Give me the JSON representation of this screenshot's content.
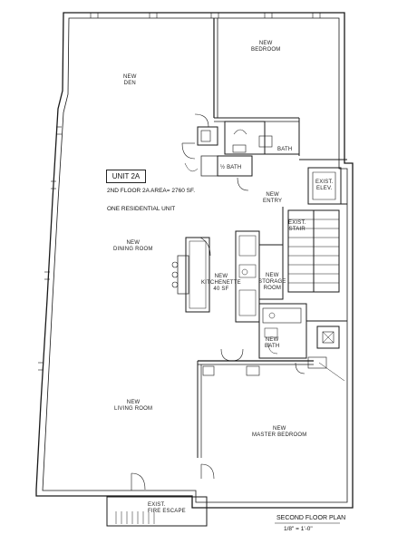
{
  "plan": {
    "unit_label": "UNIT 2A",
    "area_note": "2ND FLOOR 2A AREA= 2760 SF.",
    "residential_note": "ONE RESIDENTIAL UNIT",
    "title": "SECOND FLOOR PLAN",
    "scale": "1/8\" = 1'-0\""
  },
  "rooms": {
    "den": "NEW\nDEN",
    "bedroom": "NEW\nBEDROOM",
    "bath": "BATH",
    "half_bath": "½ BATH",
    "entry": "NEW\nENTRY",
    "exist_elev": "EXIST.\nELEV.",
    "exist_stair": "EXIST.\nSTAIR",
    "dining_room": "NEW\nDINING ROOM",
    "kitchenette": "NEW\nKITCHENETTE\n40 SF",
    "storage_room": "NEW\nSTORAGE\nROOM",
    "new_bath": "NEW\nBATH",
    "living_room": "NEW\nLIVING ROOM",
    "master_bedroom": "NEW\nMASTER BEDROOM",
    "fire_escape": "EXIST.\nFIRE ESCAPE"
  }
}
